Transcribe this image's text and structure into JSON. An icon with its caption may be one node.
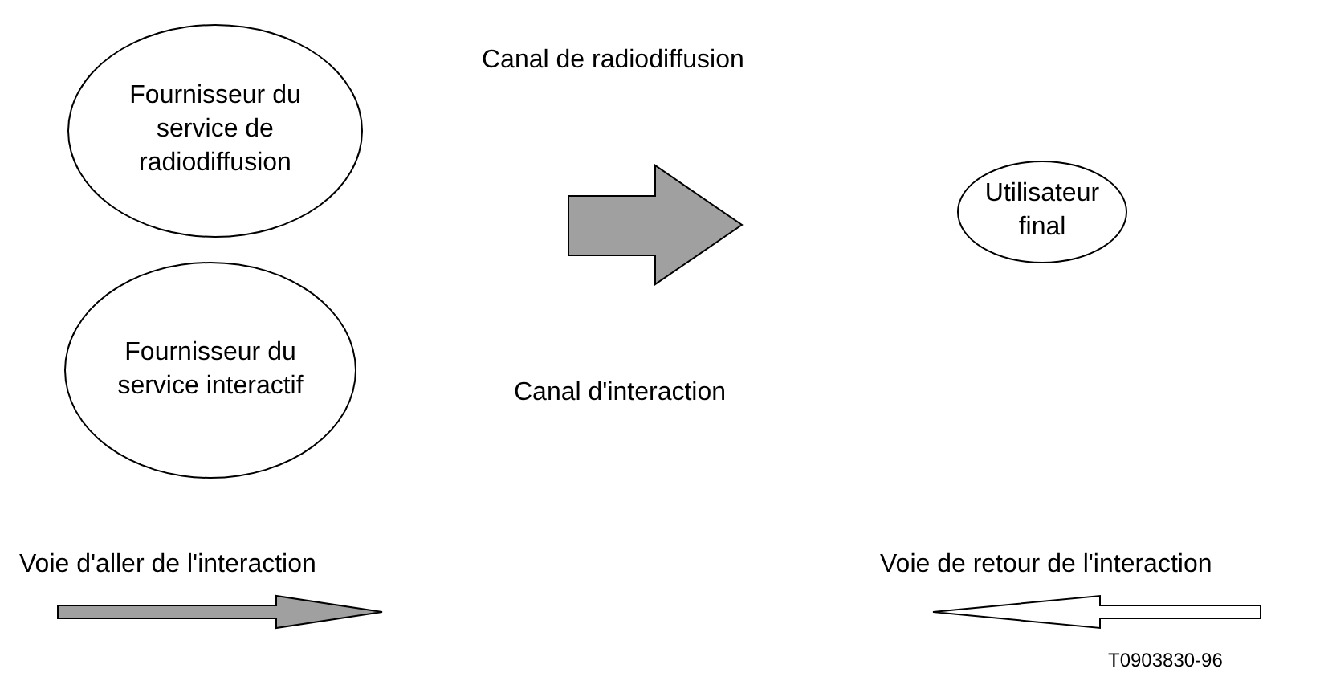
{
  "diagram": {
    "nodes": [
      {
        "text": [
          "Fournisseur du service de radiodiffusion"
        ]
      },
      {
        "text": [
          "Fournisseur du service interactif"
        ]
      },
      {
        "text": [
          "Utilisateur final"
        ]
      }
    ],
    "labels": [
      "Canal de radiodiffusion",
      "Canal d'interaction",
      "T0903830-96"
    ],
    "legend": [
      {
        "text": "Voie d'aller de l'interaction"
      },
      {
        "text": "Voie de retour de l'interaction"
      }
    ]
  }
}
